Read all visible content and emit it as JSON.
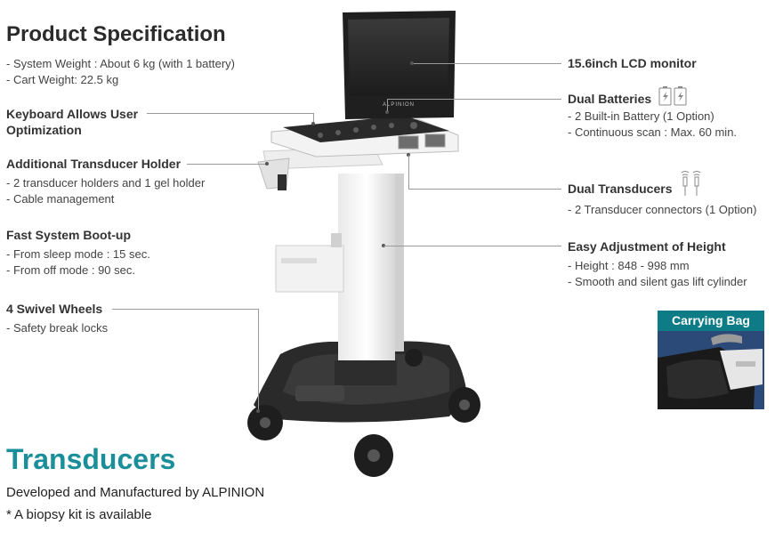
{
  "product_spec": {
    "title": "Product Specification",
    "lines": [
      "- System Weight : About 6 kg (with 1 battery)",
      "- Cart Weight: 22.5 kg"
    ]
  },
  "left_features": [
    {
      "title": "Keyboard Allows User Optimization",
      "details": []
    },
    {
      "title": "Additional Transducer Holder",
      "details": [
        "- 2 transducer holders and 1 gel holder",
        "- Cable management"
      ]
    },
    {
      "title": "Fast System Boot-up",
      "details": [
        "- From sleep mode : 15 sec.",
        "- From off mode : 90 sec."
      ]
    },
    {
      "title": "4 Swivel Wheels",
      "details": [
        "- Safety break locks"
      ]
    }
  ],
  "right_features": [
    {
      "title": "15.6inch LCD monitor",
      "icon": "",
      "details": []
    },
    {
      "title": "Dual Batteries",
      "icon": "battery-icon",
      "details": [
        "- 2 Built-in Battery (1 Option)",
        "- Continuous scan : Max. 60 min."
      ]
    },
    {
      "title": "Dual Transducers",
      "icon": "transducer-icon",
      "details": [
        "- 2 Transducer connectors (1 Option)"
      ]
    },
    {
      "title": "Easy Adjustment of Height",
      "icon": "",
      "details": [
        "- Height : 848 - 998 mm",
        "- Smooth and silent gas lift cylinder"
      ]
    }
  ],
  "carrying_bag": {
    "label": "Carrying Bag"
  },
  "transducers": {
    "title": "Transducers",
    "subtitle": "Developed and Manufactured by ALPINION",
    "note": "* A biopsy kit is available"
  },
  "device": {
    "brand": "ALPINION"
  },
  "colors": {
    "accent": "#1a8f99",
    "bag_label_bg": "#0e7c86"
  }
}
